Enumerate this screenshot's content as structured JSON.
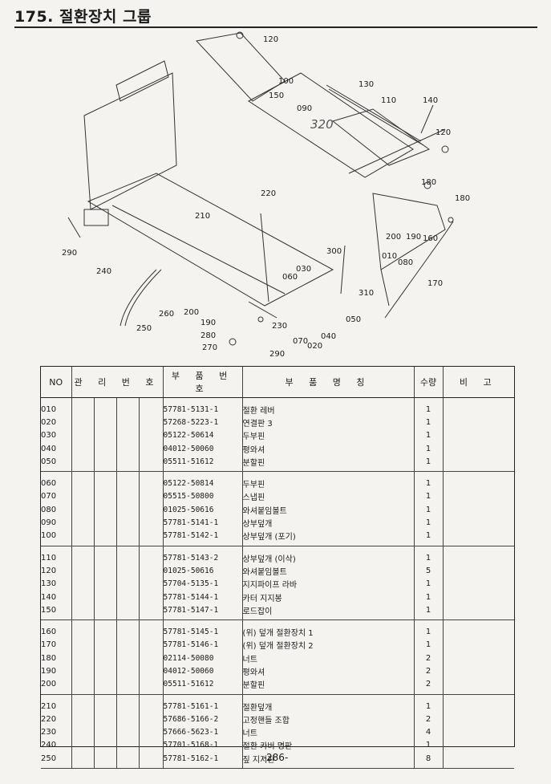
{
  "header": {
    "title": "175. 절환장치 그룹"
  },
  "diagram": {
    "callouts": [
      "120",
      "100",
      "150",
      "090",
      "130",
      "110",
      "140",
      "120",
      "180",
      "180",
      "220",
      "210",
      "200",
      "190",
      "160",
      "300",
      "010",
      "080",
      "170",
      "030",
      "060",
      "310",
      "290",
      "240",
      "260",
      "250",
      "200",
      "190",
      "230",
      "050",
      "280",
      "270",
      "040",
      "070",
      "020",
      "290"
    ],
    "stamp": "320"
  },
  "table": {
    "headers": {
      "no": "NO",
      "mgmt": "관 리 번 호",
      "part_no": "부 품 번 호",
      "part_name": "부 품 명 칭",
      "qty": "수량",
      "remark": "비 고"
    },
    "rows": [
      {
        "no": "010",
        "part_no": "57781-5131-1",
        "name": "절환 레버",
        "qty": "1"
      },
      {
        "no": "020",
        "part_no": "57268-5223-1",
        "name": "연결판 3",
        "qty": "1"
      },
      {
        "no": "030",
        "part_no": "05122-50614",
        "name": "두부핀",
        "qty": "1"
      },
      {
        "no": "040",
        "part_no": "04012-50060",
        "name": "평와셔",
        "qty": "1"
      },
      {
        "no": "050",
        "part_no": "05511-51612",
        "name": "분할핀",
        "qty": "1"
      },
      {
        "no": "060",
        "part_no": "05122-50814",
        "name": "두부핀",
        "qty": "1"
      },
      {
        "no": "070",
        "part_no": "05515-50800",
        "name": "스냅핀",
        "qty": "1"
      },
      {
        "no": "080",
        "part_no": "01025-50616",
        "name": "와셔붙임볼트",
        "qty": "1"
      },
      {
        "no": "090",
        "part_no": "57781-5141-1",
        "name": "상부덮개",
        "qty": "1"
      },
      {
        "no": "100",
        "part_no": "57781-5142-1",
        "name": "상부덮개 (포기)",
        "qty": "1"
      },
      {
        "no": "110",
        "part_no": "57781-5143-2",
        "name": "상부덮개 (이삭)",
        "qty": "1"
      },
      {
        "no": "120",
        "part_no": "01025-50616",
        "name": "와셔붙임볼트",
        "qty": "5"
      },
      {
        "no": "130",
        "part_no": "57704-5135-1",
        "name": "지지파이프 라바",
        "qty": "1"
      },
      {
        "no": "140",
        "part_no": "57781-5144-1",
        "name": "카터 지지봉",
        "qty": "1"
      },
      {
        "no": "150",
        "part_no": "57781-5147-1",
        "name": "로드잡이",
        "qty": "1"
      },
      {
        "no": "160",
        "part_no": "57781-5145-1",
        "name": "(위) 덮개 절환장치 1",
        "qty": "1"
      },
      {
        "no": "170",
        "part_no": "57781-5146-1",
        "name": "(위) 덮개 절환장치 2",
        "qty": "1"
      },
      {
        "no": "180",
        "part_no": "02114-50080",
        "name": "너트",
        "qty": "2"
      },
      {
        "no": "190",
        "part_no": "04012-50060",
        "name": "평와셔",
        "qty": "2"
      },
      {
        "no": "200",
        "part_no": "05511-51612",
        "name": "분할핀",
        "qty": "2"
      },
      {
        "no": "210",
        "part_no": "57781-5161-1",
        "name": "절환덮개",
        "qty": "1"
      },
      {
        "no": "220",
        "part_no": "57686-5166-2",
        "name": "고정핸들 조합",
        "qty": "2"
      },
      {
        "no": "230",
        "part_no": "57666-5623-1",
        "name": "너트",
        "qty": "4"
      },
      {
        "no": "240",
        "part_no": "57701-5168-1",
        "name": "절환 카버 명판",
        "qty": "1"
      },
      {
        "no": "250",
        "part_no": "57781-5162-1",
        "name": "짚 지지판",
        "qty": "8"
      }
    ]
  },
  "footer": {
    "page_number": "-286-"
  }
}
